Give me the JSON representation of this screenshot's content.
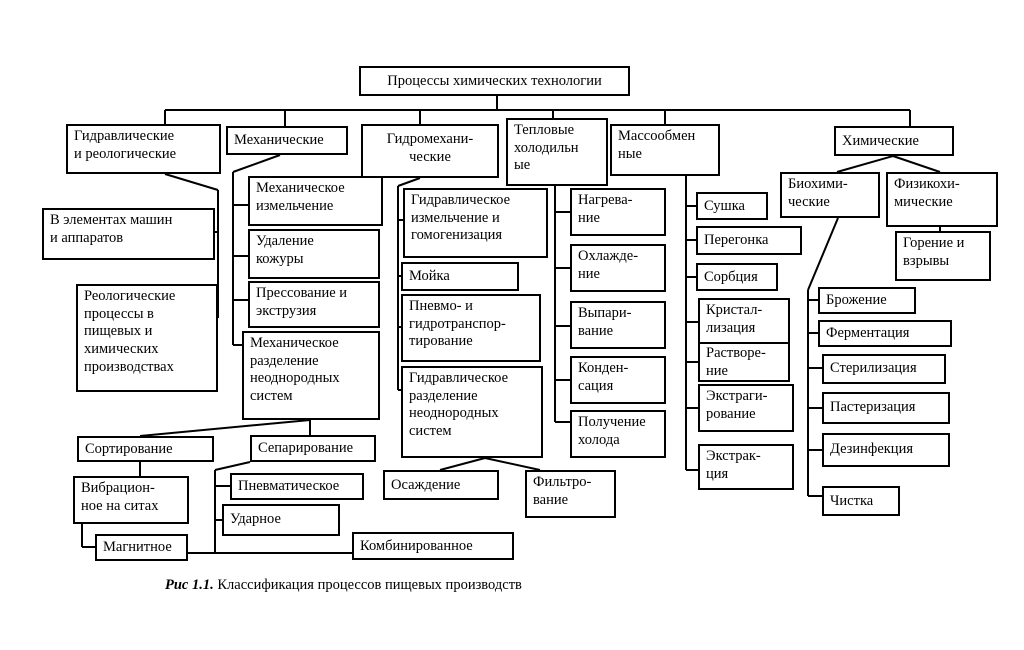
{
  "diagram": {
    "root": "Процессы химических технологии",
    "hydraulic": {
      "title": "Гидравлические\nи реологические",
      "items": [
        "В элементах машин\nи аппаратов",
        "Реологические\nпроцессы в\nпищевых и\nхимических\nпроизводствах"
      ]
    },
    "mechanical": {
      "title": "Механические",
      "items": [
        "Механическое\nизмельчение",
        "Удаление\nкожуры",
        "Прессование и\nэкструзия",
        "Механическое\nразделение\nнеоднородных\nсистем"
      ],
      "separation": {
        "sorting": "Сортирование",
        "sorting_items": [
          "Вибрацион-\nное на ситах",
          "Магнитное"
        ],
        "separating": "Сепарирование",
        "separating_items": [
          "Пневматическое",
          "Ударное",
          "Комбинированное"
        ]
      }
    },
    "hydromechanical": {
      "title": "Гидромехани-\nческие",
      "items": [
        "Гидравлическое\nизмельчение и\nгомогенизация",
        "Мойка",
        "Пневмо- и\nгидротранспор-\nтирование",
        "Гидравлическое\nразделение\nнеоднородных\nсистем"
      ],
      "separation_items": [
        "Осаждение",
        "Фильтро-\nвание"
      ]
    },
    "thermal": {
      "title": "Тепловые\nхолодильн\nые",
      "items": [
        "Нагрева-\nние",
        "Охлажде-\nние",
        "Выпари-\nвание",
        "Конден-\nсация",
        "Получение\nхолода"
      ]
    },
    "mass_transfer": {
      "title": "Массообмен\nные",
      "items": [
        "Сушка",
        "Перегонка",
        "Сорбция",
        "Кристал-\nлизация",
        "Растворе-\nние",
        "Экстраги-\nрование",
        "Экстрак-\nция"
      ]
    },
    "chemical": {
      "title": "Химические",
      "bio": {
        "title": "Биохими-\nческие",
        "items": [
          "Брожение",
          "Ферментация",
          "Стерилизация",
          "Пастеризация",
          "Дезинфекция",
          "Чистка"
        ]
      },
      "physico": {
        "title": "Физикохи-\nмические",
        "items": [
          "Горение и\nвзрывы"
        ]
      }
    }
  },
  "caption": {
    "label": "Рис 1.1.",
    "text": " Классификация процессов пищевых производств"
  }
}
